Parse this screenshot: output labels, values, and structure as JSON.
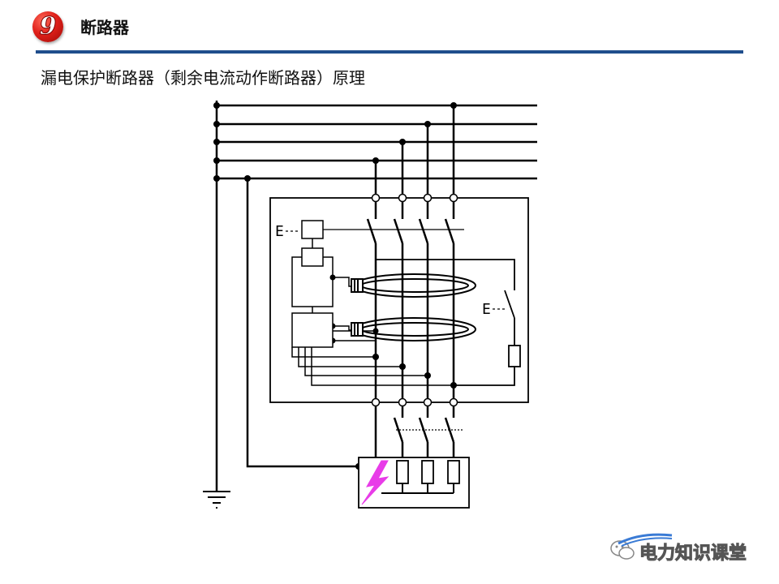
{
  "header": {
    "badge_number": "9",
    "section_title": "断路器",
    "rule_color": "#1f4e8c"
  },
  "subtitle": "漏电保护断路器（剩余电流动作断路器）原理",
  "diagram": {
    "trip_label_1": "E",
    "trip_label_2": "E",
    "accent_color": "#e83ce8"
  },
  "watermark": {
    "text": "电力知识课堂",
    "icon": "wechat-logo-icon"
  }
}
